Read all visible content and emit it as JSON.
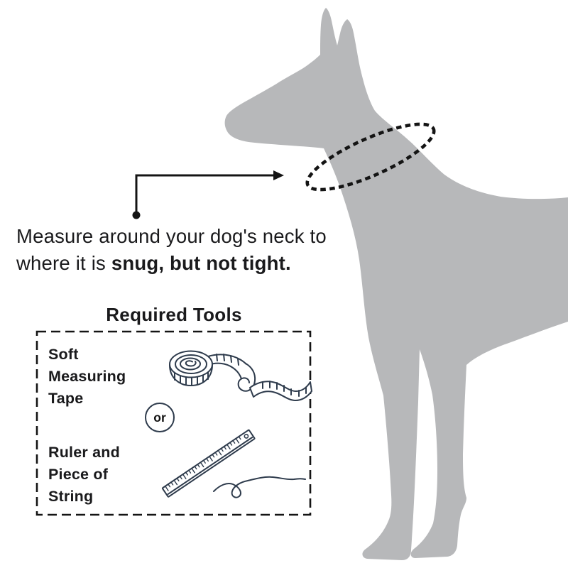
{
  "instruction": {
    "line1": "Measure around your dog's neck to",
    "line2_prefix": "where it is ",
    "line2_bold": "snug, but not tight."
  },
  "tools": {
    "title": "Required Tools",
    "option1_lines": [
      "Soft",
      "Measuring",
      "Tape"
    ],
    "or_label": "or",
    "option2_lines": [
      "Ruler and",
      "Piece of",
      "String"
    ]
  },
  "icons": {
    "dog": "dog-silhouette",
    "collar_loop": "neck-measure-loop-icon",
    "arrow": "pointer-arrow-icon",
    "tape": "measuring-tape-icon",
    "ruler": "ruler-icon",
    "string": "string-icon"
  },
  "colors": {
    "dog_silhouette": "#b7b8ba",
    "line_art": "#2e3b4c",
    "accent_black": "#141414",
    "text": "#1a1a1c"
  }
}
